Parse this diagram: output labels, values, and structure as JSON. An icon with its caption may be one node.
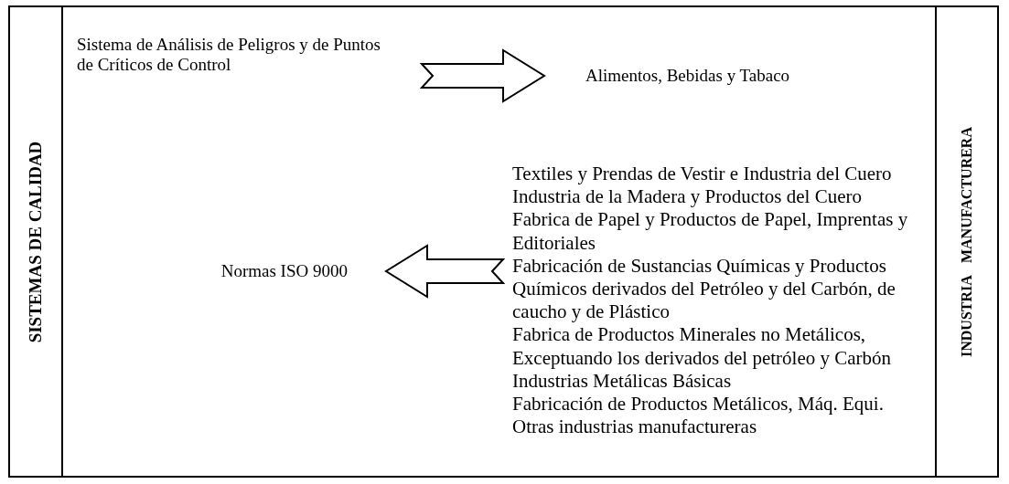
{
  "diagram": {
    "nodes": [
      {
        "text": [
          "SISTEMAS DE CALIDAD"
        ]
      },
      {
        "text": [
          "INDUSTRIA MANUFACTURERA"
        ]
      },
      {
        "text": [
          "Sistema de Análisis de Peligros y de Puntos de Críticos de Control"
        ]
      },
      {
        "text": [
          "Alimentos, Bebidas y Tabaco"
        ]
      },
      {
        "text": [
          "Textiles y Prendas de Vestir e Industria del Cuero",
          "Industria de la Madera y Productos del Cuero",
          "Fabrica de Papel y Productos de Papel, Imprentas y Editoriales",
          "Fabricación de Sustancias Químicas y Productos Químicos derivados del Petróleo y del Carbón, de caucho y de Plástico",
          "Fabrica de Productos Minerales no Metálicos, Exceptuando los derivados del petróleo y Carbón",
          "Industrias Metálicas Básicas",
          "Fabricación de Productos Metálicos, Máq. Equi.",
          "Otras industrias manufactureras"
        ]
      },
      {
        "text": [
          "Normas ISO 9000"
        ]
      }
    ],
    "edges": [
      {
        "from": 2,
        "to": 3,
        "arrow": "to"
      },
      {
        "from": 4,
        "to": 5,
        "arrow": "to"
      }
    ]
  }
}
